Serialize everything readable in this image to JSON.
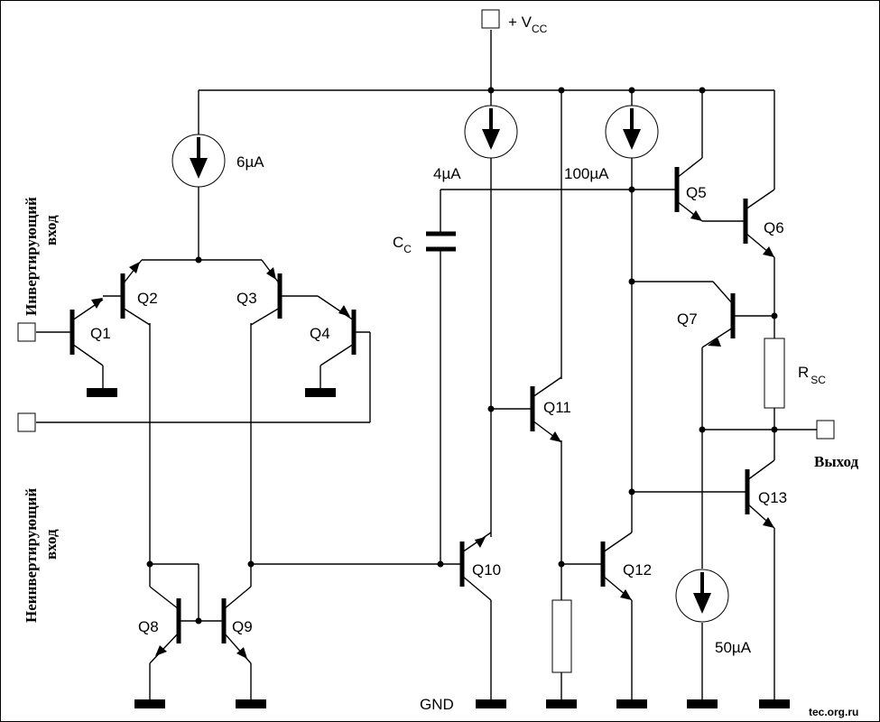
{
  "labels": {
    "vcc": "+ V",
    "vcc_sub": "CC",
    "gnd": "GND",
    "cc": "C",
    "cc_sub": "C",
    "rsc": "R",
    "rsc_sub": "SC",
    "i_6ua": "6µA",
    "i_4ua": "4µA",
    "i_100ua": "100µA",
    "i_50ua": "50µA",
    "q1": "Q1",
    "q2": "Q2",
    "q3": "Q3",
    "q4": "Q4",
    "q5": "Q5",
    "q6": "Q6",
    "q7": "Q7",
    "q8": "Q8",
    "q9": "Q9",
    "q10": "Q10",
    "q11": "Q11",
    "q12": "Q12",
    "q13": "Q13",
    "inv_input_1": "Инвертирующий",
    "inv_input_2": "вход",
    "noninv_input_1": "Неинвертирующий",
    "noninv_input_2": "вход",
    "output": "Выход",
    "watermark": "tec.org.ru"
  }
}
